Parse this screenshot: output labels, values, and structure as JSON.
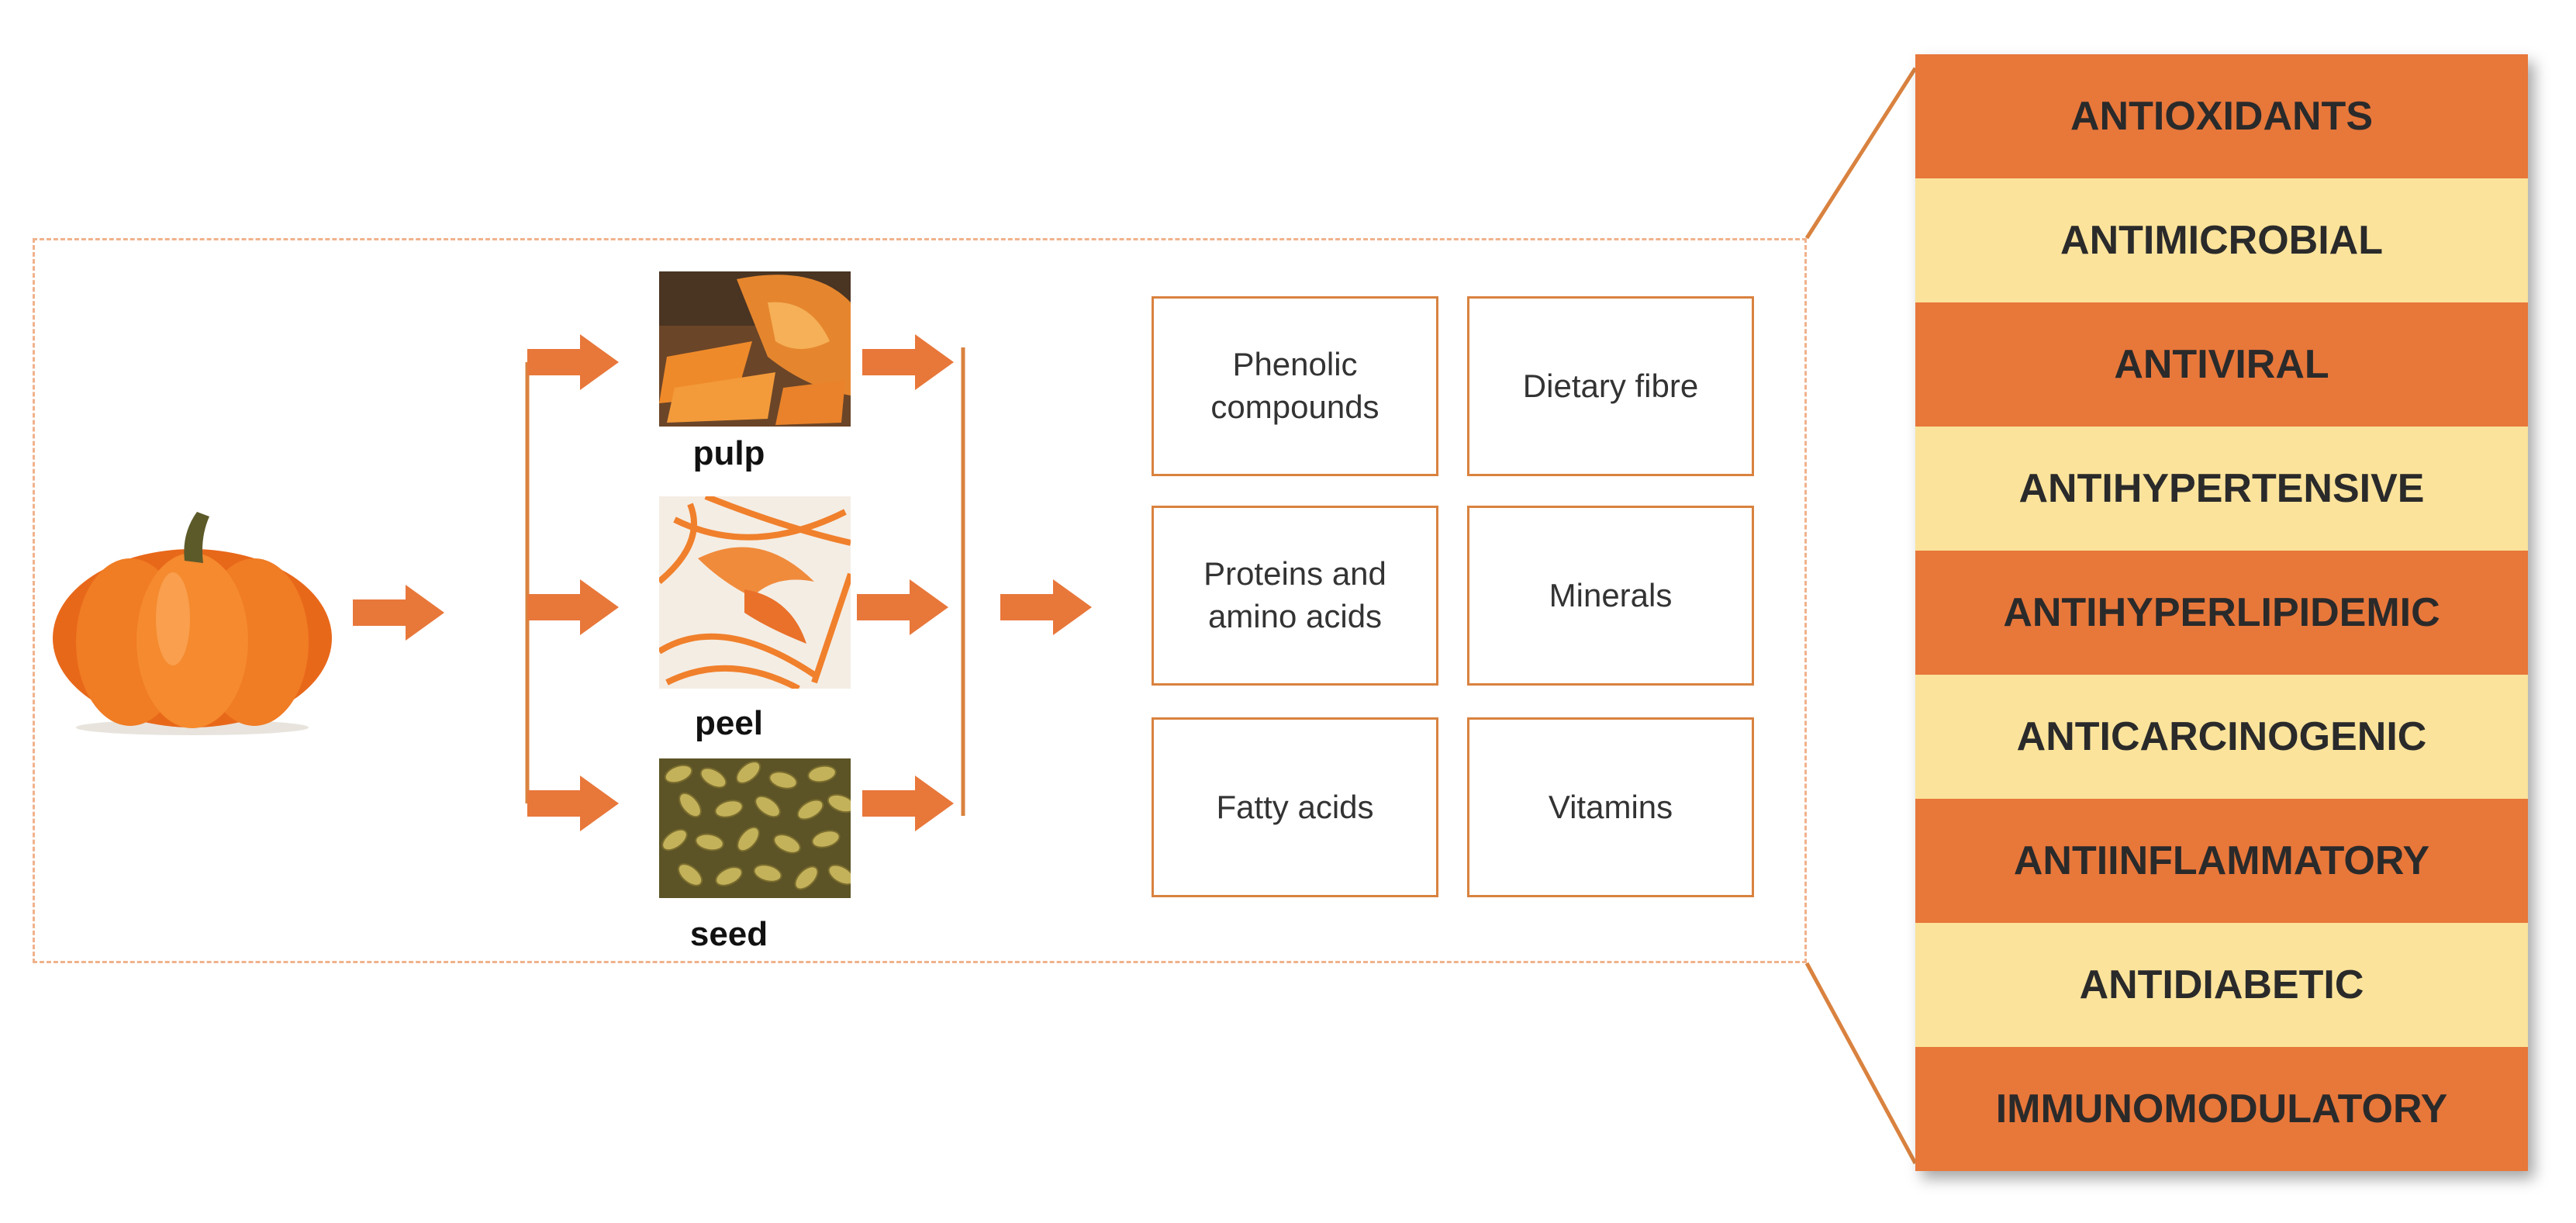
{
  "colors": {
    "arrow": "#e8773a",
    "connector": "#d9823f",
    "frame": "#f0b28c",
    "row_dark": "#e8773a",
    "row_light": "#fbe39b"
  },
  "source": {
    "icon": "pumpkin-icon"
  },
  "parts": [
    {
      "label": "pulp",
      "icon": "pumpkin-pulp-photo"
    },
    {
      "label": "peel",
      "icon": "pumpkin-peel-photo"
    },
    {
      "label": "seed",
      "icon": "pumpkin-seed-photo"
    }
  ],
  "compounds": [
    {
      "label": "Phenolic\ncompounds"
    },
    {
      "label": "Dietary fibre"
    },
    {
      "label": "Proteins and\namino acids"
    },
    {
      "label": "Minerals"
    },
    {
      "label": "Fatty acids"
    },
    {
      "label": "Vitamins"
    }
  ],
  "activities": [
    {
      "label": "ANTIOXIDANTS",
      "style": "dark"
    },
    {
      "label": "ANTIMICROBIAL",
      "style": "light"
    },
    {
      "label": "ANTIVIRAL",
      "style": "dark"
    },
    {
      "label": "ANTIHYPERTENSIVE",
      "style": "light"
    },
    {
      "label": "ANTIHYPERLIPIDEMIC",
      "style": "dark"
    },
    {
      "label": "ANTICARCINOGENIC",
      "style": "light"
    },
    {
      "label": "ANTIINFLAMMATORY",
      "style": "dark"
    },
    {
      "label": "ANTIDIABETIC",
      "style": "light"
    },
    {
      "label": "IMMUNOMODULATORY",
      "style": "dark"
    }
  ]
}
